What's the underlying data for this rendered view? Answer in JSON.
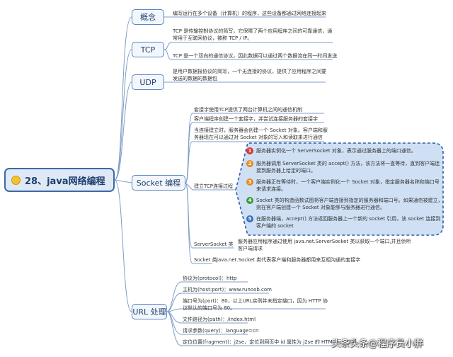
{
  "root": {
    "title": "28、java网络编程"
  },
  "branches": {
    "concept": {
      "label": "概念",
      "text": "编写运行在多个设备（计算机）的程序，这些设备都通过网络连接起来"
    },
    "tcp": {
      "label": "TCP",
      "items": [
        "TCP 是传输控制协议的简写，它保障了两个应用程序之间的可靠通信，通常用于互联网协议，被称 TCP / IP。",
        "TCP 是一个双向的通信协议，因此数据可以通过两个数据流在同一时间发送"
      ]
    },
    "udp": {
      "label": "UDP",
      "text": "是用户数据报协议的简写，一个无连接的协议，提供了应用程序之间要发送的数据的数据包"
    },
    "socket": {
      "label": "Socket 编程",
      "items": [
        "套接字使用TCP提供了两台计算机之间的通信机制",
        "客户端程序创建一个套接字，并尝试连接服务器的套接字",
        "当连接建立时，服务器会创建一个 Socket 对象。客户端和服务器现在可以通过对 Socket 对象的写入和读取来进行通信"
      ],
      "process_label": "建立TCP连接过程",
      "steps": [
        "服务器实例化一个 ServerSocket 对象，表示通过服务器上的端口通信。",
        "服务器调用 ServerSocket 类的 accept() 方法，该方法将一直等待，直到客户端连接到服务器上给定的端口。",
        "服务器正在等待时，一个客户端实例化一个 Socket 对象，指定服务器名称和端口号来请求连接。",
        "Socket 类的构造函数试图将客户端连接到指定的服务器和端口号。如果通信被建立，则在客户端创建一个 Socket 对象能够与服务器进行通信。",
        "在服务器端，accept() 方法返回服务器上一个新的 socket 引用，该 socket 连接到客户端的 socket"
      ],
      "server_socket_label": "ServerSocket 类",
      "server_socket_text": "服务器应用程序通过使用 java.net.ServerSocket 类以获取一个端口,并且侦听客户端请求",
      "socket_class_label": "Socket 类",
      "socket_class_text": "java.net.Socket 类代表客户端和服务器都用来互相沟通的套接字"
    },
    "url": {
      "label": "URL 处理",
      "items": [
        "协议为(protocol)：http",
        "主机为(host:port)：www.runoob.com",
        "端口号为(port)：80，以上URL实例并未指定端口，因为 HTTP 协议默认的端口号为 80。",
        "文件路径为(path)：/index.html",
        "请求参数(query)：language=cn",
        "定位位置(fragment)：j2se，定位到网页中 id 属性为 j2se 的 HTML 元素位置。"
      ]
    }
  },
  "watermark": "头条头条@程序员小胖",
  "colors": {
    "root_border": "#3d6aa8",
    "branch_border": "#5a86c3",
    "line": "#7f9dc8",
    "step_badges": [
      "#d33b2c",
      "#e58a1f",
      "#e58a1f",
      "#3f9a3c",
      "#3a6fc0"
    ]
  }
}
